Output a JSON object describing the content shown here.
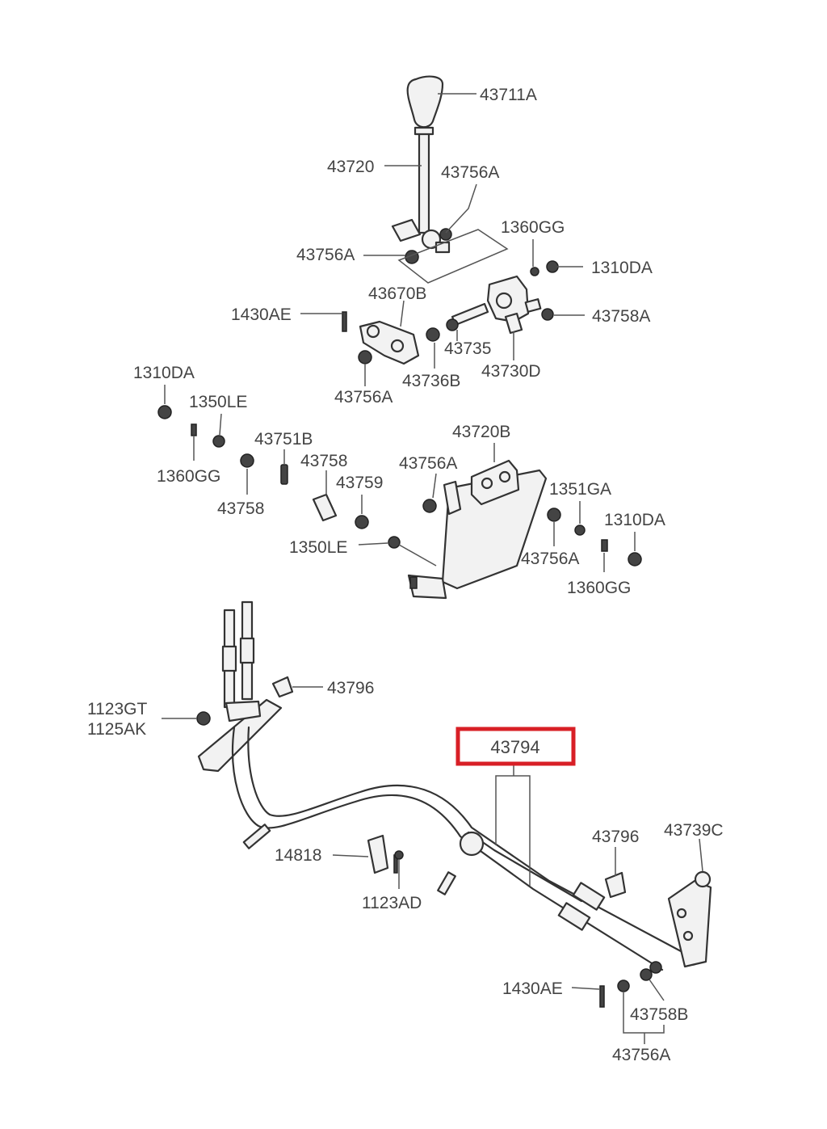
{
  "highlight": {
    "part_number": "43794",
    "color": "#d81f26"
  },
  "labels": {
    "l01": "43711A",
    "l02": "43720",
    "l03": "43756A",
    "l04": "1360GG",
    "l05": "43756A",
    "l06": "1310DA",
    "l07": "43670B",
    "l08": "1430AE",
    "l09": "43758A",
    "l10": "43735",
    "l11": "43730D",
    "l12": "43736B",
    "l13": "43756A",
    "l14": "1310DA",
    "l15": "1350LE",
    "l16": "43751B",
    "l17": "43720B",
    "l18": "43758",
    "l19": "43756A",
    "l20": "1360GG",
    "l21": "43759",
    "l22": "1351GA",
    "l23": "1310DA",
    "l24": "43758",
    "l25": "1350LE",
    "l26": "43756A",
    "l27": "1360GG",
    "l28": "43796",
    "l29": "1123GT",
    "l30": "1125AK",
    "l31": "43796",
    "l32": "43739C",
    "l33": "14818",
    "l34": "1123AD",
    "l35": "1430AE",
    "l36": "43758B",
    "l37": "43756A"
  }
}
